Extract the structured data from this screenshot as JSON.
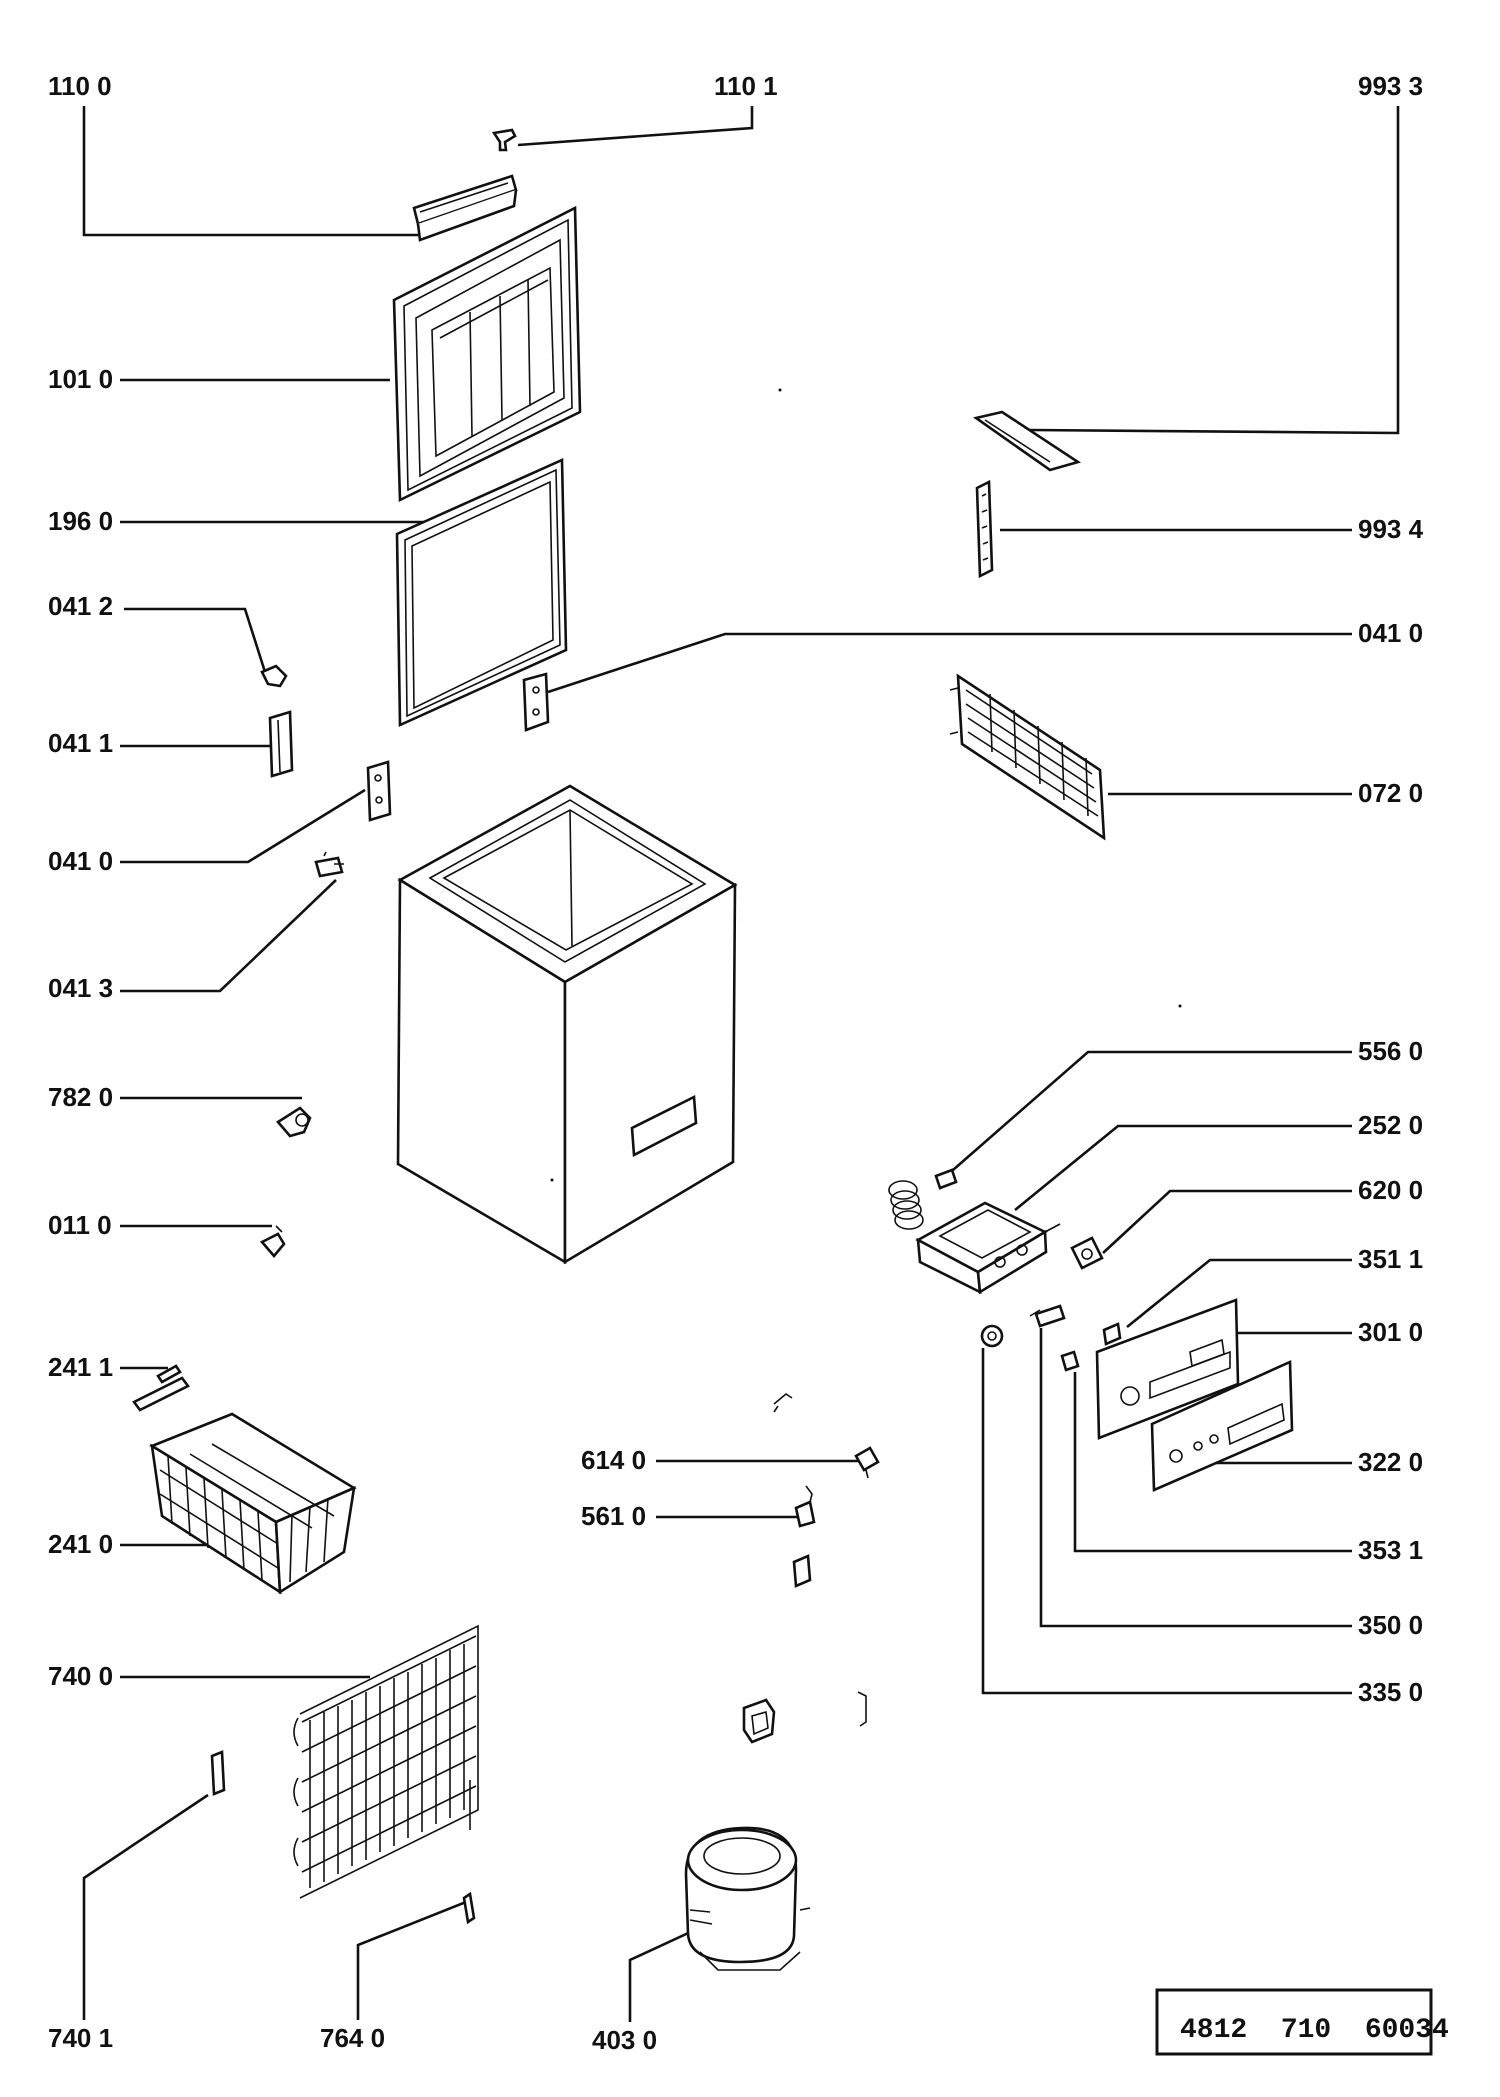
{
  "labels": {
    "l1100": "110 0",
    "l1101": "110 1",
    "l9933": "993 3",
    "l1010": "101 0",
    "l1960": "196 0",
    "l9934": "993 4",
    "l0412": "041 2",
    "l0410r": "041 0",
    "l0411": "041 1",
    "l0720": "072 0",
    "l0410l": "041 0",
    "l0413": "041 3",
    "l5560": "556 0",
    "l7820": "782 0",
    "l2520": "252 0",
    "l6200": "620 0",
    "l0110": "011 0",
    "l3511": "351 1",
    "l3010": "301 0",
    "l2411": "241 1",
    "l6140": "614 0",
    "l3220": "322 0",
    "l5610": "561 0",
    "l2410": "241 0",
    "l3531": "353 1",
    "l3500": "350 0",
    "l7400": "740 0",
    "l3350": "335 0",
    "l7401": "740 1",
    "l7640": "764 0",
    "l4030": "403 0"
  },
  "stamp": "4812  710  60034"
}
